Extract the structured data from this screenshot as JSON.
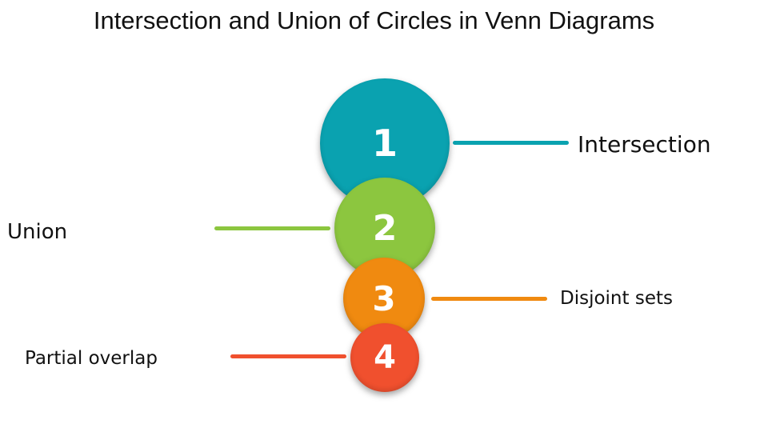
{
  "title": "Intersection and Union of Circles in Venn Diagrams",
  "items": [
    {
      "number": "1",
      "label": "Intersection",
      "color": "#0aa2b0"
    },
    {
      "number": "2",
      "label": "Union",
      "color": "#8cc63f"
    },
    {
      "number": "3",
      "label": "Disjoint sets",
      "color": "#f08a10"
    },
    {
      "number": "4",
      "label": "Partial overlap",
      "color": "#f0502e"
    }
  ]
}
